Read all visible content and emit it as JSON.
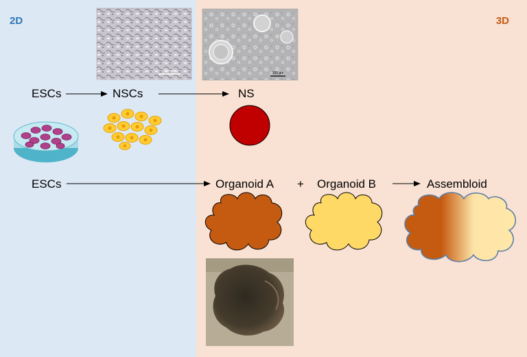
{
  "panels": {
    "left": {
      "tag": "2D",
      "color": "#2e75b6",
      "background": "#dde8f5"
    },
    "right": {
      "tag": "3D",
      "color": "#c55a11",
      "background": "#f9e1d3"
    }
  },
  "top_row": {
    "start": "ESCs",
    "middle": "NSCs",
    "end": "NS"
  },
  "bottom_row": {
    "start": "ESCs",
    "organoid_a": "Organoid A",
    "plus": "+",
    "organoid_b": "Organoid B",
    "end": "Assembloid"
  },
  "micrographs": {
    "nsc_scale_bar": "100 µm",
    "ns_scale_bar": "100 µm"
  },
  "colors": {
    "neurosphere": "#c00000",
    "organoid_a": "#c55a11",
    "organoid_b": "#ffd966",
    "dish_cells": "#b0408a",
    "nsc_cells": "#ffcc33"
  }
}
